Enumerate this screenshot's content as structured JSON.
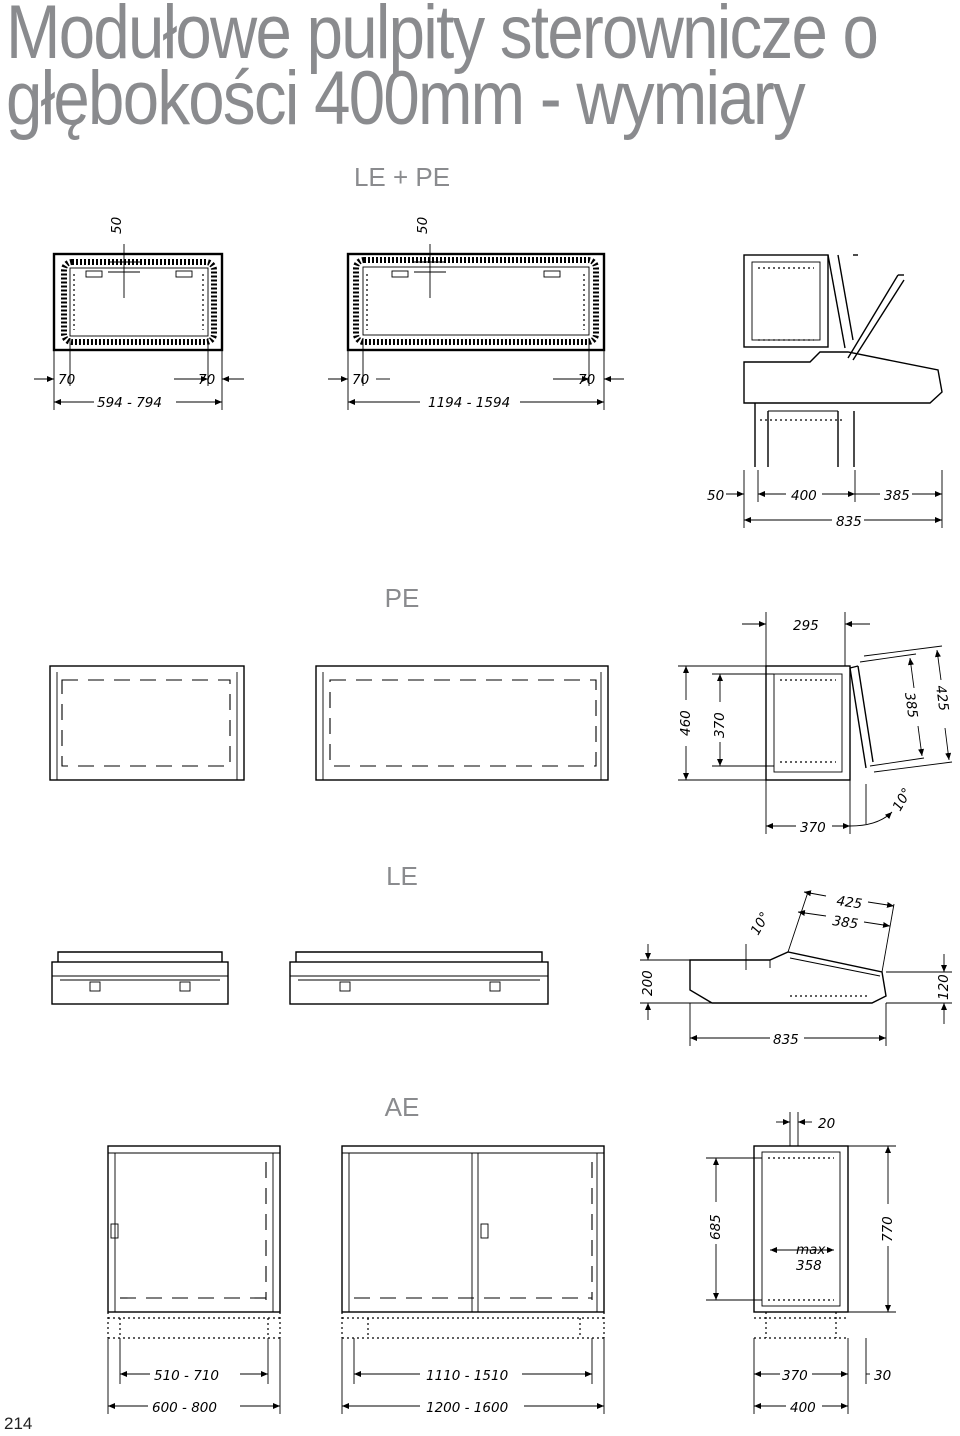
{
  "title": {
    "line1": "Modułowe pulpity sterownicze o",
    "line2": "głębokości 400mm - wymiary"
  },
  "sections": {
    "le_pe": "LE + PE",
    "pe": "PE",
    "le": "LE",
    "ae": "AE"
  },
  "page_number": "214",
  "dimensions": {
    "le_pe": {
      "top_50": "50",
      "margin_70": "70",
      "width_small": "594 - 794",
      "width_large": "1194 - 1594",
      "side_50": "50",
      "side_400": "400",
      "side_385": "385",
      "side_835": "835"
    },
    "pe": {
      "d295": "295",
      "d460": "460",
      "d370v": "370",
      "d385": "385",
      "d425": "425",
      "d370h": "370",
      "angle": "10°"
    },
    "le": {
      "d425": "425",
      "d385": "385",
      "angle": "10°",
      "d200": "200",
      "d120": "120",
      "d835": "835"
    },
    "ae": {
      "d20": "20",
      "d685": "685",
      "d770": "770",
      "max": "max",
      "max_val": "358",
      "w_small_inner": "510 - 710",
      "w_small_outer": "600 - 800",
      "w_large_inner": "1110 - 1510",
      "w_large_outer": "1200 - 1600",
      "side_370": "370",
      "side_30": "30",
      "side_400": "400"
    }
  }
}
